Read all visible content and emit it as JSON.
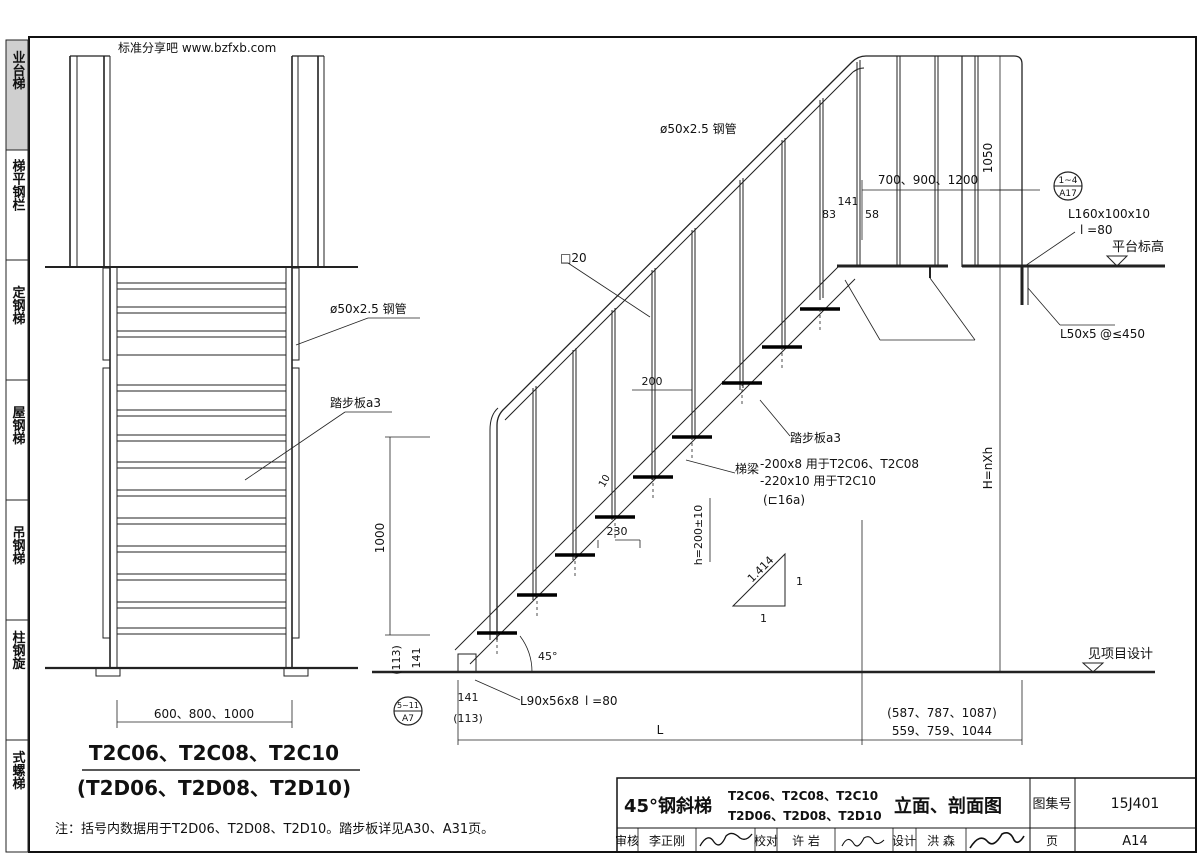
{
  "watermark": "标准分享吧 www.bzfxb.com",
  "sidebar": {
    "sections": [
      "业台梯",
      "梯平钢栏",
      "定钢梯",
      "屋钢梯",
      "吊钢梯",
      "柱钢旋",
      "式螺梯"
    ]
  },
  "front_view": {
    "pipe_label": "ø50x2.5 钢管",
    "tread_label": "踏步板a3",
    "width_dim": "600、800、1000",
    "title_main": "T2C06、T2C08、T2C10",
    "title_alt": "(T2D06、T2D08、T2D10)"
  },
  "side_view": {
    "pipe_label": "ø50x2.5 钢管",
    "square_bar": "□20",
    "platform_dim": "700、900、1200",
    "rail_height": "1050",
    "dim_141": "141",
    "dim_83": "83",
    "dim_58": "58",
    "detail_top": {
      "num": "1~4",
      "ref": "A17"
    },
    "angle_top": "L160x100x10",
    "angle_top_len": "l =80",
    "platform_elev": "平台标高",
    "angle_small": "L50x5",
    "angle_small_spacing": "@≤450",
    "dim_200": "200",
    "tread_label": "踏步板a3",
    "beam_label": "梯梁",
    "beam_line1": "-200x8  用于T2C06、T2C08",
    "beam_line2": "-220x10 用于T2C10",
    "beam_line3": "(⊏16a)",
    "dim_10": "10",
    "dim_230": "230",
    "riser": "h=200±10",
    "height_total": "H=nXh",
    "slope_hyp": "1.414",
    "slope_v": "1",
    "slope_h": "1",
    "rail_1000": "1000",
    "dim_113_paren": "(113)",
    "dim_141_left": "141",
    "angle_45": "45°",
    "detail_bottom": {
      "num": "5~11",
      "ref": "A7"
    },
    "angle_bottom": "L90x56x8",
    "angle_bottom_len": "l =80",
    "dim_141_b": "141",
    "dim_113_b": "(113)",
    "dim_L": "L",
    "dim_right_1": "(587、787、1087)",
    "dim_right_2": "559、759、1044",
    "ground_note": "见项目设计"
  },
  "note": "注：括号内数据用于T2D06、T2D08、T2D10。踏步板详见A30、A31页。",
  "title_block": {
    "title_prefix": "45°钢斜梯",
    "codes_1": "T2C06、T2C08、T2C10",
    "codes_2": "T2D06、T2D08、T2D10",
    "title_suffix": "立面、剖面图",
    "atlas_label": "图集号",
    "atlas_no": "15J401",
    "review_label": "审核",
    "reviewer": "李正刚",
    "check_label": "校对",
    "checker": "许 岩",
    "design_label": "设计",
    "designer": "洪 森",
    "page_label": "页",
    "page_no": "A14"
  }
}
